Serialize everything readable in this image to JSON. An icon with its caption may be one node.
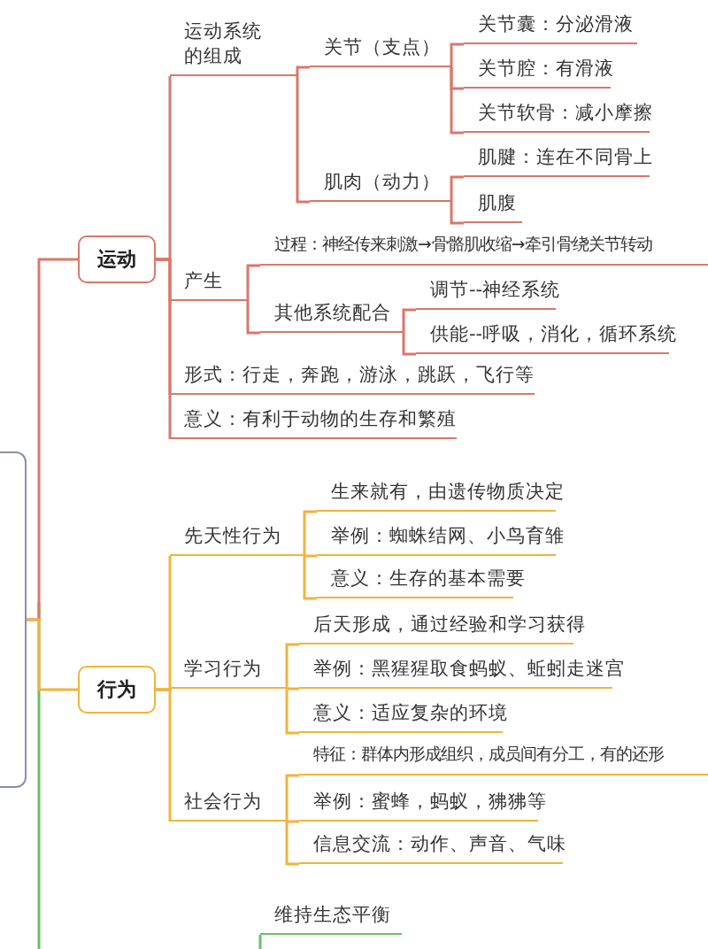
{
  "diagram": {
    "nodes": [
      {
        "text": [],
        "shape": "box"
      },
      {
        "text": [
          "运动"
        ]
      },
      {
        "text": [
          "运动系统的组成"
        ]
      },
      {
        "text": [
          "关节（支点）"
        ]
      },
      {
        "text": [
          "关节囊：分泌滑液"
        ]
      },
      {
        "text": [
          "关节腔：有滑液"
        ]
      },
      {
        "text": [
          "关节软骨：减小摩擦"
        ]
      },
      {
        "text": [
          "肌肉（动力）"
        ]
      },
      {
        "text": [
          "肌腱：连在不同骨上"
        ]
      },
      {
        "text": [
          "肌腹"
        ]
      },
      {
        "text": [
          "产生"
        ]
      },
      {
        "text": [
          "过程：神经传来刺激→骨骼肌收缩→牵引骨绕关节转动"
        ]
      },
      {
        "text": [
          "其他系统配合"
        ]
      },
      {
        "text": [
          "调节--神经系统"
        ]
      },
      {
        "text": [
          "供能--呼吸，消化，循环系统"
        ]
      },
      {
        "text": [
          "形式：行走，奔跑，游泳，跳跃，飞行等"
        ]
      },
      {
        "text": [
          "意义：有利于动物的生存和繁殖"
        ]
      },
      {
        "text": [
          "行为"
        ]
      },
      {
        "text": [
          "先天性行为"
        ]
      },
      {
        "text": [
          "生来就有，由遗传物质决定"
        ]
      },
      {
        "text": [
          "举例：蜘蛛结网、小鸟育雏"
        ]
      },
      {
        "text": [
          "意义：生存的基本需要"
        ]
      },
      {
        "text": [
          "学习行为"
        ]
      },
      {
        "text": [
          "后天形成，通过经验和学习获得"
        ]
      },
      {
        "text": [
          "举例：黑猩猩取食蚂蚁、蚯蚓走迷宫"
        ]
      },
      {
        "text": [
          "意义：适应复杂的环境"
        ]
      },
      {
        "text": [
          "社会行为"
        ]
      },
      {
        "text": [
          "特征：群体内形成组织，成员间有分工，有的还形"
        ]
      },
      {
        "text": [
          "举例：蜜蜂，蚂蚁，狒狒等"
        ]
      },
      {
        "text": [
          "信息交流：动作、声音、气味"
        ]
      },
      {
        "text": [
          "维持生态平衡"
        ]
      }
    ],
    "edges": [
      {
        "from": 0,
        "to": 1,
        "arrow": "none"
      },
      {
        "from": 1,
        "to": 2,
        "arrow": "none"
      },
      {
        "from": 2,
        "to": 3,
        "arrow": "none"
      },
      {
        "from": 3,
        "to": 4,
        "arrow": "none"
      },
      {
        "from": 3,
        "to": 5,
        "arrow": "none"
      },
      {
        "from": 3,
        "to": 6,
        "arrow": "none"
      },
      {
        "from": 2,
        "to": 7,
        "arrow": "none"
      },
      {
        "from": 7,
        "to": 8,
        "arrow": "none"
      },
      {
        "from": 7,
        "to": 9,
        "arrow": "none"
      },
      {
        "from": 1,
        "to": 10,
        "arrow": "none"
      },
      {
        "from": 10,
        "to": 11,
        "arrow": "none"
      },
      {
        "from": 10,
        "to": 12,
        "arrow": "none"
      },
      {
        "from": 12,
        "to": 13,
        "arrow": "none"
      },
      {
        "from": 12,
        "to": 14,
        "arrow": "none"
      },
      {
        "from": 1,
        "to": 15,
        "arrow": "none"
      },
      {
        "from": 1,
        "to": 16,
        "arrow": "none"
      },
      {
        "from": 0,
        "to": 17,
        "arrow": "none",
        "color": "#f0b43c"
      },
      {
        "from": 17,
        "to": 18,
        "arrow": "none",
        "color": "#f0b43c"
      },
      {
        "from": 18,
        "to": 19,
        "arrow": "none",
        "color": "#f0b43c"
      },
      {
        "from": 18,
        "to": 20,
        "arrow": "none",
        "color": "#f0b43c"
      },
      {
        "from": 18,
        "to": 21,
        "arrow": "none",
        "color": "#f0b43c"
      },
      {
        "from": 17,
        "to": 22,
        "arrow": "none",
        "color": "#f0b43c"
      },
      {
        "from": 22,
        "to": 23,
        "arrow": "none",
        "color": "#f0b43c"
      },
      {
        "from": 22,
        "to": 24,
        "arrow": "none",
        "color": "#f0b43c"
      },
      {
        "from": 22,
        "to": 25,
        "arrow": "none",
        "color": "#f0b43c"
      },
      {
        "from": 17,
        "to": 26,
        "arrow": "none",
        "color": "#f0b43c"
      },
      {
        "from": 26,
        "to": 27,
        "arrow": "none",
        "color": "#f0b43c"
      },
      {
        "from": 26,
        "to": 28,
        "arrow": "none",
        "color": "#f0b43c"
      },
      {
        "from": 26,
        "to": 29,
        "arrow": "none",
        "color": "#f0b43c"
      }
    ]
  }
}
